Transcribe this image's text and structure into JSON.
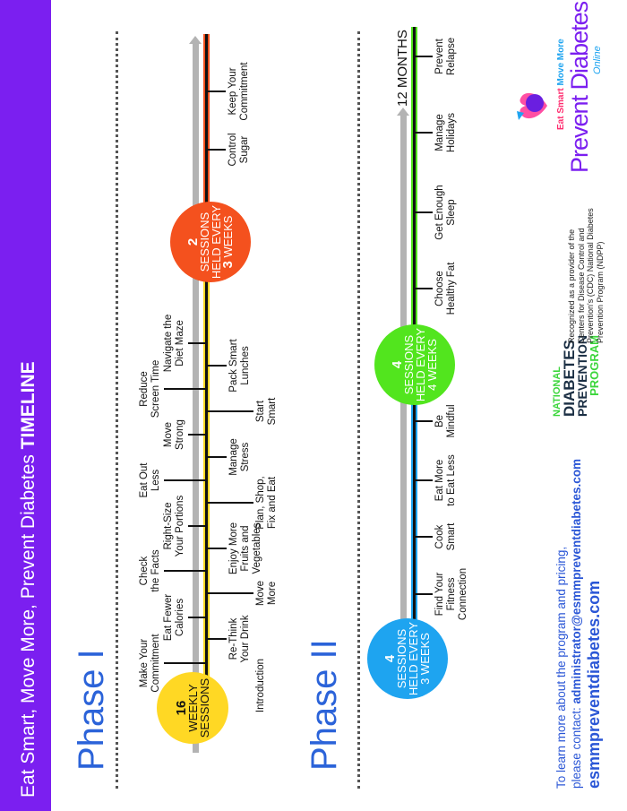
{
  "header": {
    "title_prefix": "Eat Smart, Move More, Prevent Diabetes ",
    "title_bold": "TIMELINE"
  },
  "colors": {
    "band": "#7b1ff0",
    "phase_text": "#2b63d9",
    "yellow": "#ffd824",
    "orange": "#f4511e",
    "blue": "#1ea4f0",
    "green": "#52e51e"
  },
  "phase1": {
    "title": "Phase I",
    "circle_start": {
      "number": "16",
      "line1": "WEEKLY",
      "line2": "SESSIONS"
    },
    "circle_mid": {
      "number": "2",
      "line1": "SESSIONS",
      "line2": "HELD EVERY",
      "num2": "3",
      "line3": " WEEKS"
    },
    "top_items": [
      "Make Your\nCommitment",
      "Eat Fewer\nCalories",
      "Check\nthe Facts",
      "Right-Size\nYour Portions",
      "Eat Out\nLess",
      "Move\nStrong",
      "Reduce\nScreen Time",
      "Navigate the\nDiet Maze"
    ],
    "bottom_items": [
      "Introduction",
      "Re-Think\nYour Drink",
      "Move\nMore",
      "Enjoy More\nFruits and\nVegetables",
      "Plan, Shop,\nFix and Eat",
      "Manage\nStress",
      "Start\nSmart",
      "Pack Smart\nLunches"
    ],
    "later_items": [
      "Control\nSugar",
      "Keep Your\nCommitment"
    ]
  },
  "phase2": {
    "title": "Phase II",
    "circle_start": {
      "number": "4",
      "line1": "SESSIONS",
      "line2": "HELD EVERY",
      "line3": "3 WEEKS"
    },
    "circle_mid": {
      "number": "4",
      "line1": "SESSIONS",
      "line2": "HELD EVERY",
      "line3": "4 WEEKS"
    },
    "items": [
      "Find Your\nFitness\nConnection",
      "Cook\nSmart",
      "Eat More\nto Eat Less",
      "Be\nMindful",
      "Choose\nHealthy Fat",
      "Get Enough\nSleep",
      "Manage\nHolidays",
      "Prevent\nRelapse"
    ],
    "end_label": "12 MONTHS"
  },
  "footer": {
    "line1": "To learn more about the program and pricing,",
    "line2_prefix": "please contact: ",
    "email": "administrator@esmmpreventdiabetes.com",
    "website": "esmmpreventdiabetes.com"
  },
  "ndpp_logo": {
    "l1": "NATIONAL",
    "l2": "DIABETES",
    "l3": "PREVENTION",
    "l4": "PROGRAM"
  },
  "recognition": "Recognized as a provider of the\nCenters for Disease Control and\nPrevention's (CDC) National Diabetes\nPrevention Program (NDPP)",
  "esmm_logo": {
    "eat_smart": "Eat Smart",
    "move_more": "Move More",
    "brand": "Prevent Diabetes",
    "online": "Online"
  }
}
